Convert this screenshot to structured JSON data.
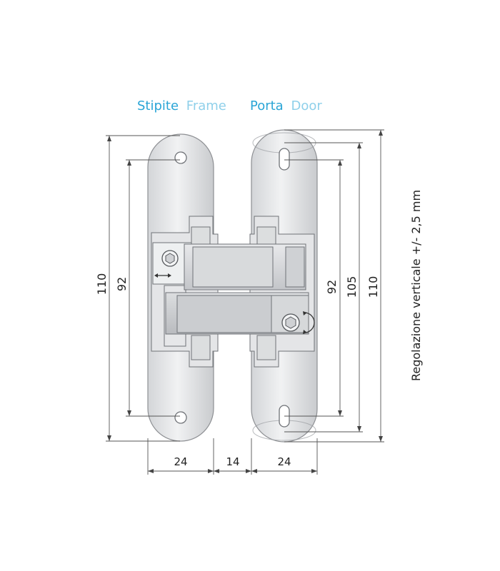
{
  "header": {
    "frame_it": "Stipite",
    "frame_en": "Frame",
    "door_it": "Porta",
    "door_en": "Door",
    "color_strong": "#2aa5d6",
    "color_light": "#8fd0ea"
  },
  "dimensions": {
    "left_outer": "110",
    "left_inner": "92",
    "right_inner": "92",
    "right_mid": "105",
    "right_outer": "110",
    "bottom_left": "24",
    "bottom_gap": "14",
    "bottom_right": "24"
  },
  "side_note": "Regolazione verticale +/- 2,5 mm",
  "icons": [
    "horizontal-adjust-arrow-icon",
    "rotate-adjust-icon",
    "hex-screw-icon"
  ]
}
